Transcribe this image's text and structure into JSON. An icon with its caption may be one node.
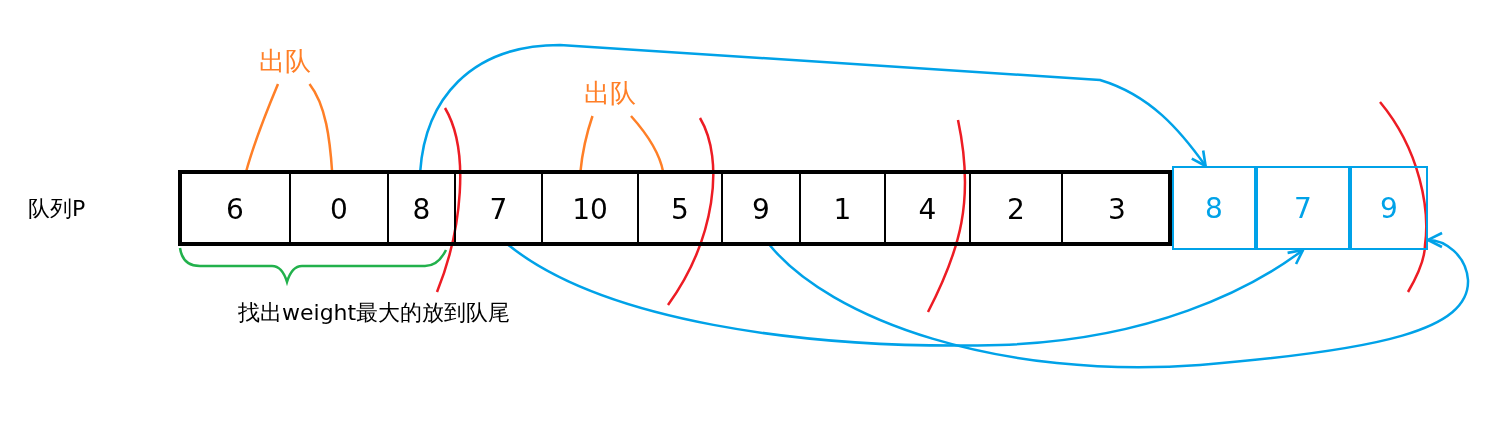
{
  "diagram": {
    "nodes": [
      {
        "text": [
          "出队"
        ]
      },
      {
        "text": [
          "出队"
        ]
      },
      {
        "text": [],
        "shape": "box"
      },
      {
        "text": [
          "6"
        ],
        "in": 2
      },
      {
        "text": [
          "0"
        ],
        "in": 2
      },
      {
        "text": [
          "8"
        ],
        "in": 2
      },
      {
        "text": [
          "7"
        ],
        "in": 2
      },
      {
        "text": [
          "10"
        ],
        "in": 2
      },
      {
        "text": [
          "5"
        ],
        "in": 2
      },
      {
        "text": [
          "9"
        ],
        "in": 2
      },
      {
        "text": [
          "1"
        ],
        "in": 2
      },
      {
        "text": [
          "4"
        ],
        "in": 2
      },
      {
        "text": [
          "2"
        ],
        "in": 2
      },
      {
        "text": [
          "3"
        ],
        "in": 2
      },
      {
        "text": [
          "8"
        ]
      },
      {
        "text": [
          "7"
        ]
      },
      {
        "text": [
          "9"
        ]
      }
    ],
    "edges": [
      {
        "from": 0,
        "to": 3,
        "arrow": "none",
        "color": "#ff7f27"
      },
      {
        "from": 0,
        "to": 4,
        "arrow": "none",
        "color": "#ff7f27"
      },
      {
        "from": 1,
        "to": 7,
        "arrow": "none",
        "color": "#ff7f27"
      },
      {
        "from": 1,
        "to": 8,
        "arrow": "none",
        "color": "#ff7f27"
      },
      {
        "from": 5,
        "to": 14,
        "arrow": "to",
        "color": "#00a2e8"
      },
      {
        "from": 6,
        "to": 15,
        "arrow": "to",
        "color": "#00a2e8"
      },
      {
        "from": 9,
        "to": 16,
        "arrow": "to",
        "color": "#00a2e8"
      }
    ],
    "labels": [
      "队列P",
      "找出weight最大的放到队尾"
    ]
  }
}
